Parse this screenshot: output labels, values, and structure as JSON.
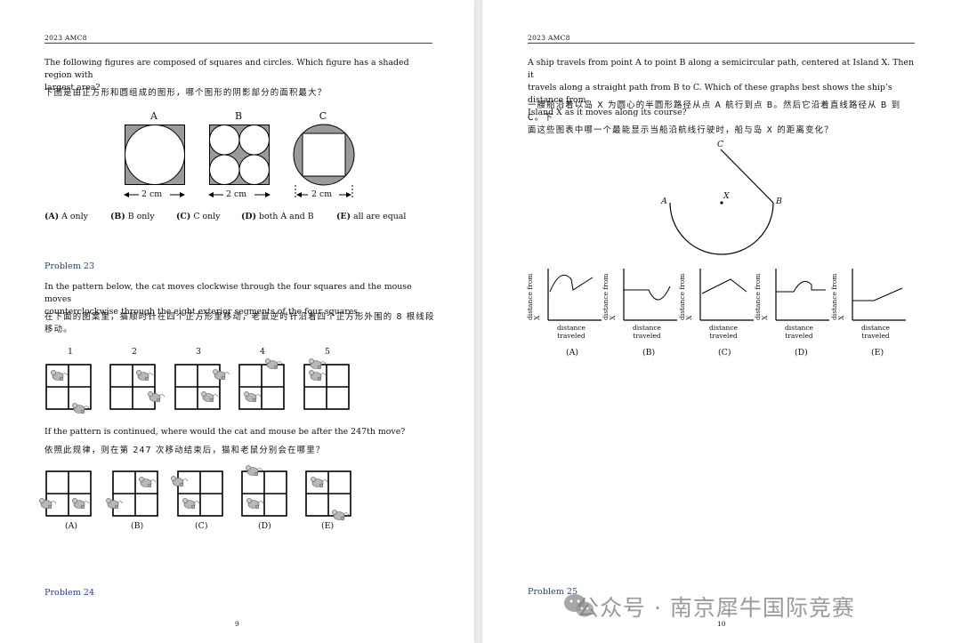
{
  "left_page": {
    "header": "2023 AMC8",
    "p22": {
      "question_en_line1": "The following figures are composed of squares and circles. Which figure has a shaded region with",
      "question_en_line2": "largest area?",
      "question_cn": "下图是由正方形和圆组成的图形，哪个图形的阴影部分的面积最大？",
      "figure_labels": [
        "A",
        "B",
        "C"
      ],
      "dimension_label": "2 cm",
      "choices": [
        {
          "letter": "(A)",
          "text": "A only"
        },
        {
          "letter": "(B)",
          "text": "B only"
        },
        {
          "letter": "(C)",
          "text": "C only"
        },
        {
          "letter": "(D)",
          "text": "both A and B"
        },
        {
          "letter": "(E)",
          "text": "all are equal"
        }
      ]
    },
    "p23": {
      "title": "Problem 23",
      "intro_en_line1": "In the pattern below, the cat moves clockwise through the four squares and the mouse moves",
      "intro_en_line2": "counterclockwise through the eight exterior segments of the four squares.",
      "intro_cn_line1": "在下面的图案里，猫顺时针在四个正方形里移动，老鼠逆时针沿着四个正方形外围的 8 根线段",
      "intro_cn_line2": "移动。",
      "step_labels": [
        "1",
        "2",
        "3",
        "4",
        "5"
      ],
      "question_en": "If the pattern is continued, where would the cat and mouse be after the 247th move?",
      "question_cn": "依照此规律，则在第 247 次移动结束后，猫和老鼠分别会在哪里？",
      "choice_labels": [
        "(A)",
        "(B)",
        "(C)",
        "(D)",
        "(E)"
      ]
    },
    "p24_title": "Problem 24",
    "page_number": "9"
  },
  "right_page": {
    "header": "2023 AMC8",
    "question_en_line1": "A ship travels from point A to point B along a semicircular path, centered at Island X. Then it",
    "question_en_line2": "travels along a straight path from B to C. Which of these graphs best shows the ship’s distance from",
    "question_en_line3": "Island X as it moves along its course?",
    "question_cn_line1": "一艘船沿着以岛 X 为圆心的半圆形路径从点 A 航行到点 B。然后它沿着直线路径从 B 到 C。下",
    "question_cn_line2": "面这些图表中哪一个最能显示当船沿航线行驶时，船与岛 X 的距离变化？",
    "diagram_labels": {
      "a": "A",
      "b": "B",
      "c": "C",
      "x": "X"
    },
    "graph_ylabel_line1": "distance",
    "graph_ylabel_line2": "from X",
    "graph_xlabel_line1": "distance",
    "graph_xlabel_line2": "traveled",
    "graph_choices": [
      "(A)",
      "(B)",
      "(C)",
      "(D)",
      "(E)"
    ],
    "p25_title": "Problem 25",
    "page_number": "10"
  },
  "watermark": "公众号 · 南京犀牛国际竞赛"
}
